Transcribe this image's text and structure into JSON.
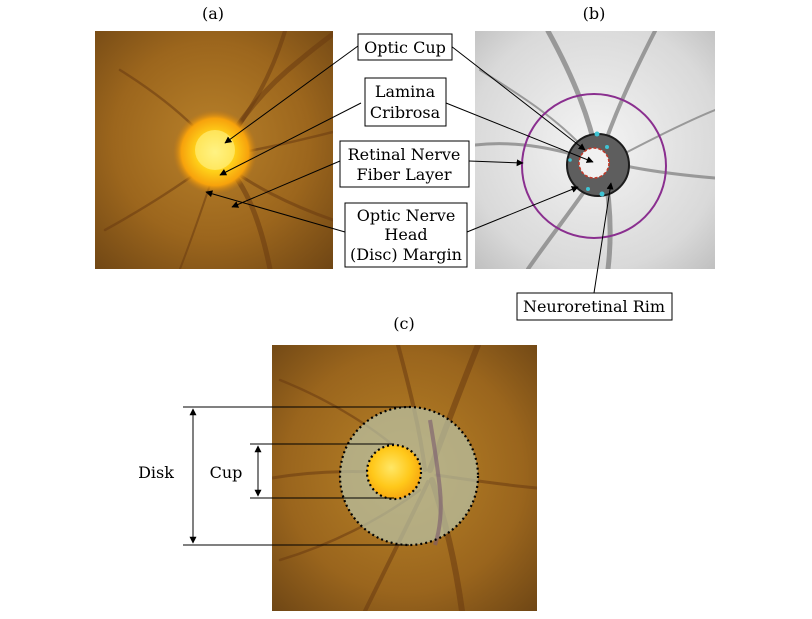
{
  "panels": {
    "a": "(a)",
    "b": "(b)",
    "c": "(c)"
  },
  "labels": {
    "optic_cup": "Optic Cup",
    "lamina_line1": "Lamina",
    "lamina_line2": "Cribrosa",
    "rnfl_line1": "Retinal Nerve",
    "rnfl_line2": "Fiber Layer",
    "onh_line1": "Optic Nerve",
    "onh_line2": "Head",
    "onh_line3": "(Disc) Margin",
    "neuroretinal_rim": "Neuroretinal Rim"
  },
  "dimensions": {
    "disk": "Disk",
    "cup": "Cup"
  }
}
